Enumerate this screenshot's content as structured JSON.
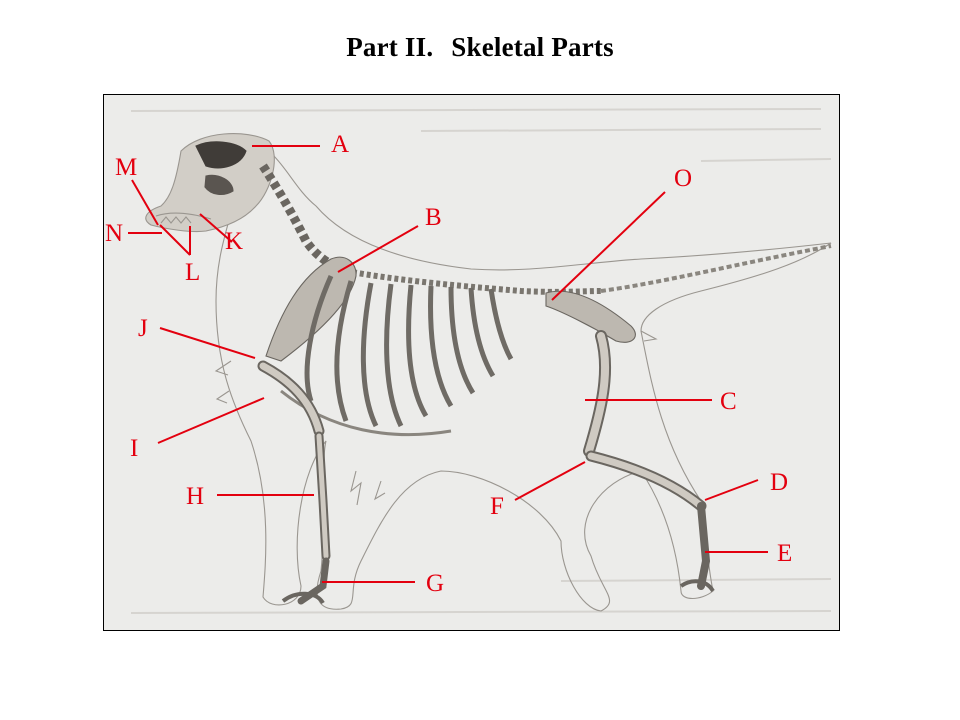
{
  "title": {
    "part": "Part II.",
    "text": "Skeletal Parts"
  },
  "accent_color": "#e3000f",
  "labels": {
    "A": "A",
    "B": "B",
    "C": "C",
    "D": "D",
    "E": "E",
    "F": "F",
    "G": "G",
    "H": "H",
    "I": "I",
    "J": "J",
    "K": "K",
    "L": "L",
    "M": "M",
    "N": "N",
    "O": "O"
  }
}
